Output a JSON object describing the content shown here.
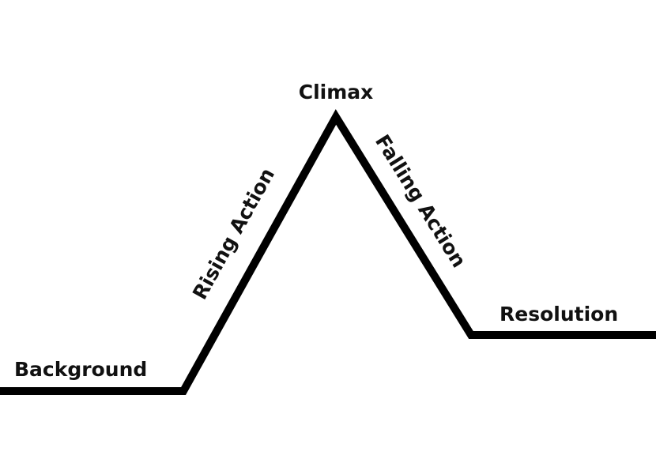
{
  "diagram": {
    "stages": {
      "background": "Background",
      "rising_action": "Rising Action",
      "climax": "Climax",
      "falling_action": "Falling Action",
      "resolution": "Resolution"
    },
    "colors": {
      "line": "#000000",
      "text": "#111111",
      "background": "#ffffff"
    }
  }
}
